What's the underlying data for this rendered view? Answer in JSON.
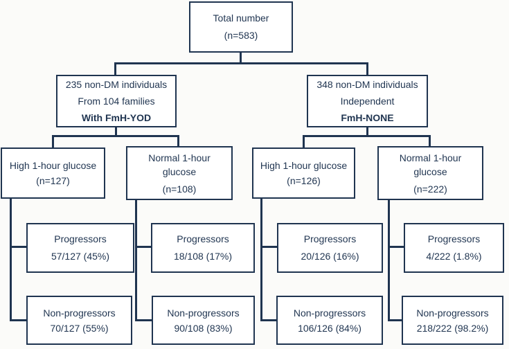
{
  "colors": {
    "line_and_text": "#1f3450",
    "box_background": "#ffffff",
    "page_background": "#fbfbf9"
  },
  "diagram": {
    "total": {
      "l1": "Total number",
      "l2": "(n=583)"
    },
    "fmh_yod": {
      "l1": "235 non-DM individuals",
      "l2": "From 104 families",
      "l3": "With FmH-YOD"
    },
    "fmh_none": {
      "l1": "348 non-DM individuals",
      "l2": "Independent",
      "l3": "FmH-NONE"
    },
    "yod_high": {
      "l1": "High 1-hour glucose",
      "l2": "(n=127)"
    },
    "yod_normal": {
      "l1": "Normal 1-hour",
      "l2": "glucose",
      "l3": "(n=108)"
    },
    "none_high": {
      "l1": "High 1-hour glucose",
      "l2": "(n=126)"
    },
    "none_normal": {
      "l1": "Normal 1-hour",
      "l2": "glucose",
      "l3": "(n=222)"
    },
    "yod_high_prog": {
      "l1": "Progressors",
      "l2": "57/127 (45%)"
    },
    "yod_high_non": {
      "l1": "Non-progressors",
      "l2": "70/127 (55%)"
    },
    "yod_normal_prog": {
      "l1": "Progressors",
      "l2": "18/108 (17%)"
    },
    "yod_normal_non": {
      "l1": "Non-progressors",
      "l2": "90/108 (83%)"
    },
    "none_high_prog": {
      "l1": "Progressors",
      "l2": "20/126 (16%)"
    },
    "none_high_non": {
      "l1": "Non-progressors",
      "l2": "106/126 (84%)"
    },
    "none_normal_prog": {
      "l1": "Progressors",
      "l2": "4/222 (1.8%)"
    },
    "none_normal_non": {
      "l1": "Non-progressors",
      "l2": "218/222 (98.2%)"
    }
  }
}
